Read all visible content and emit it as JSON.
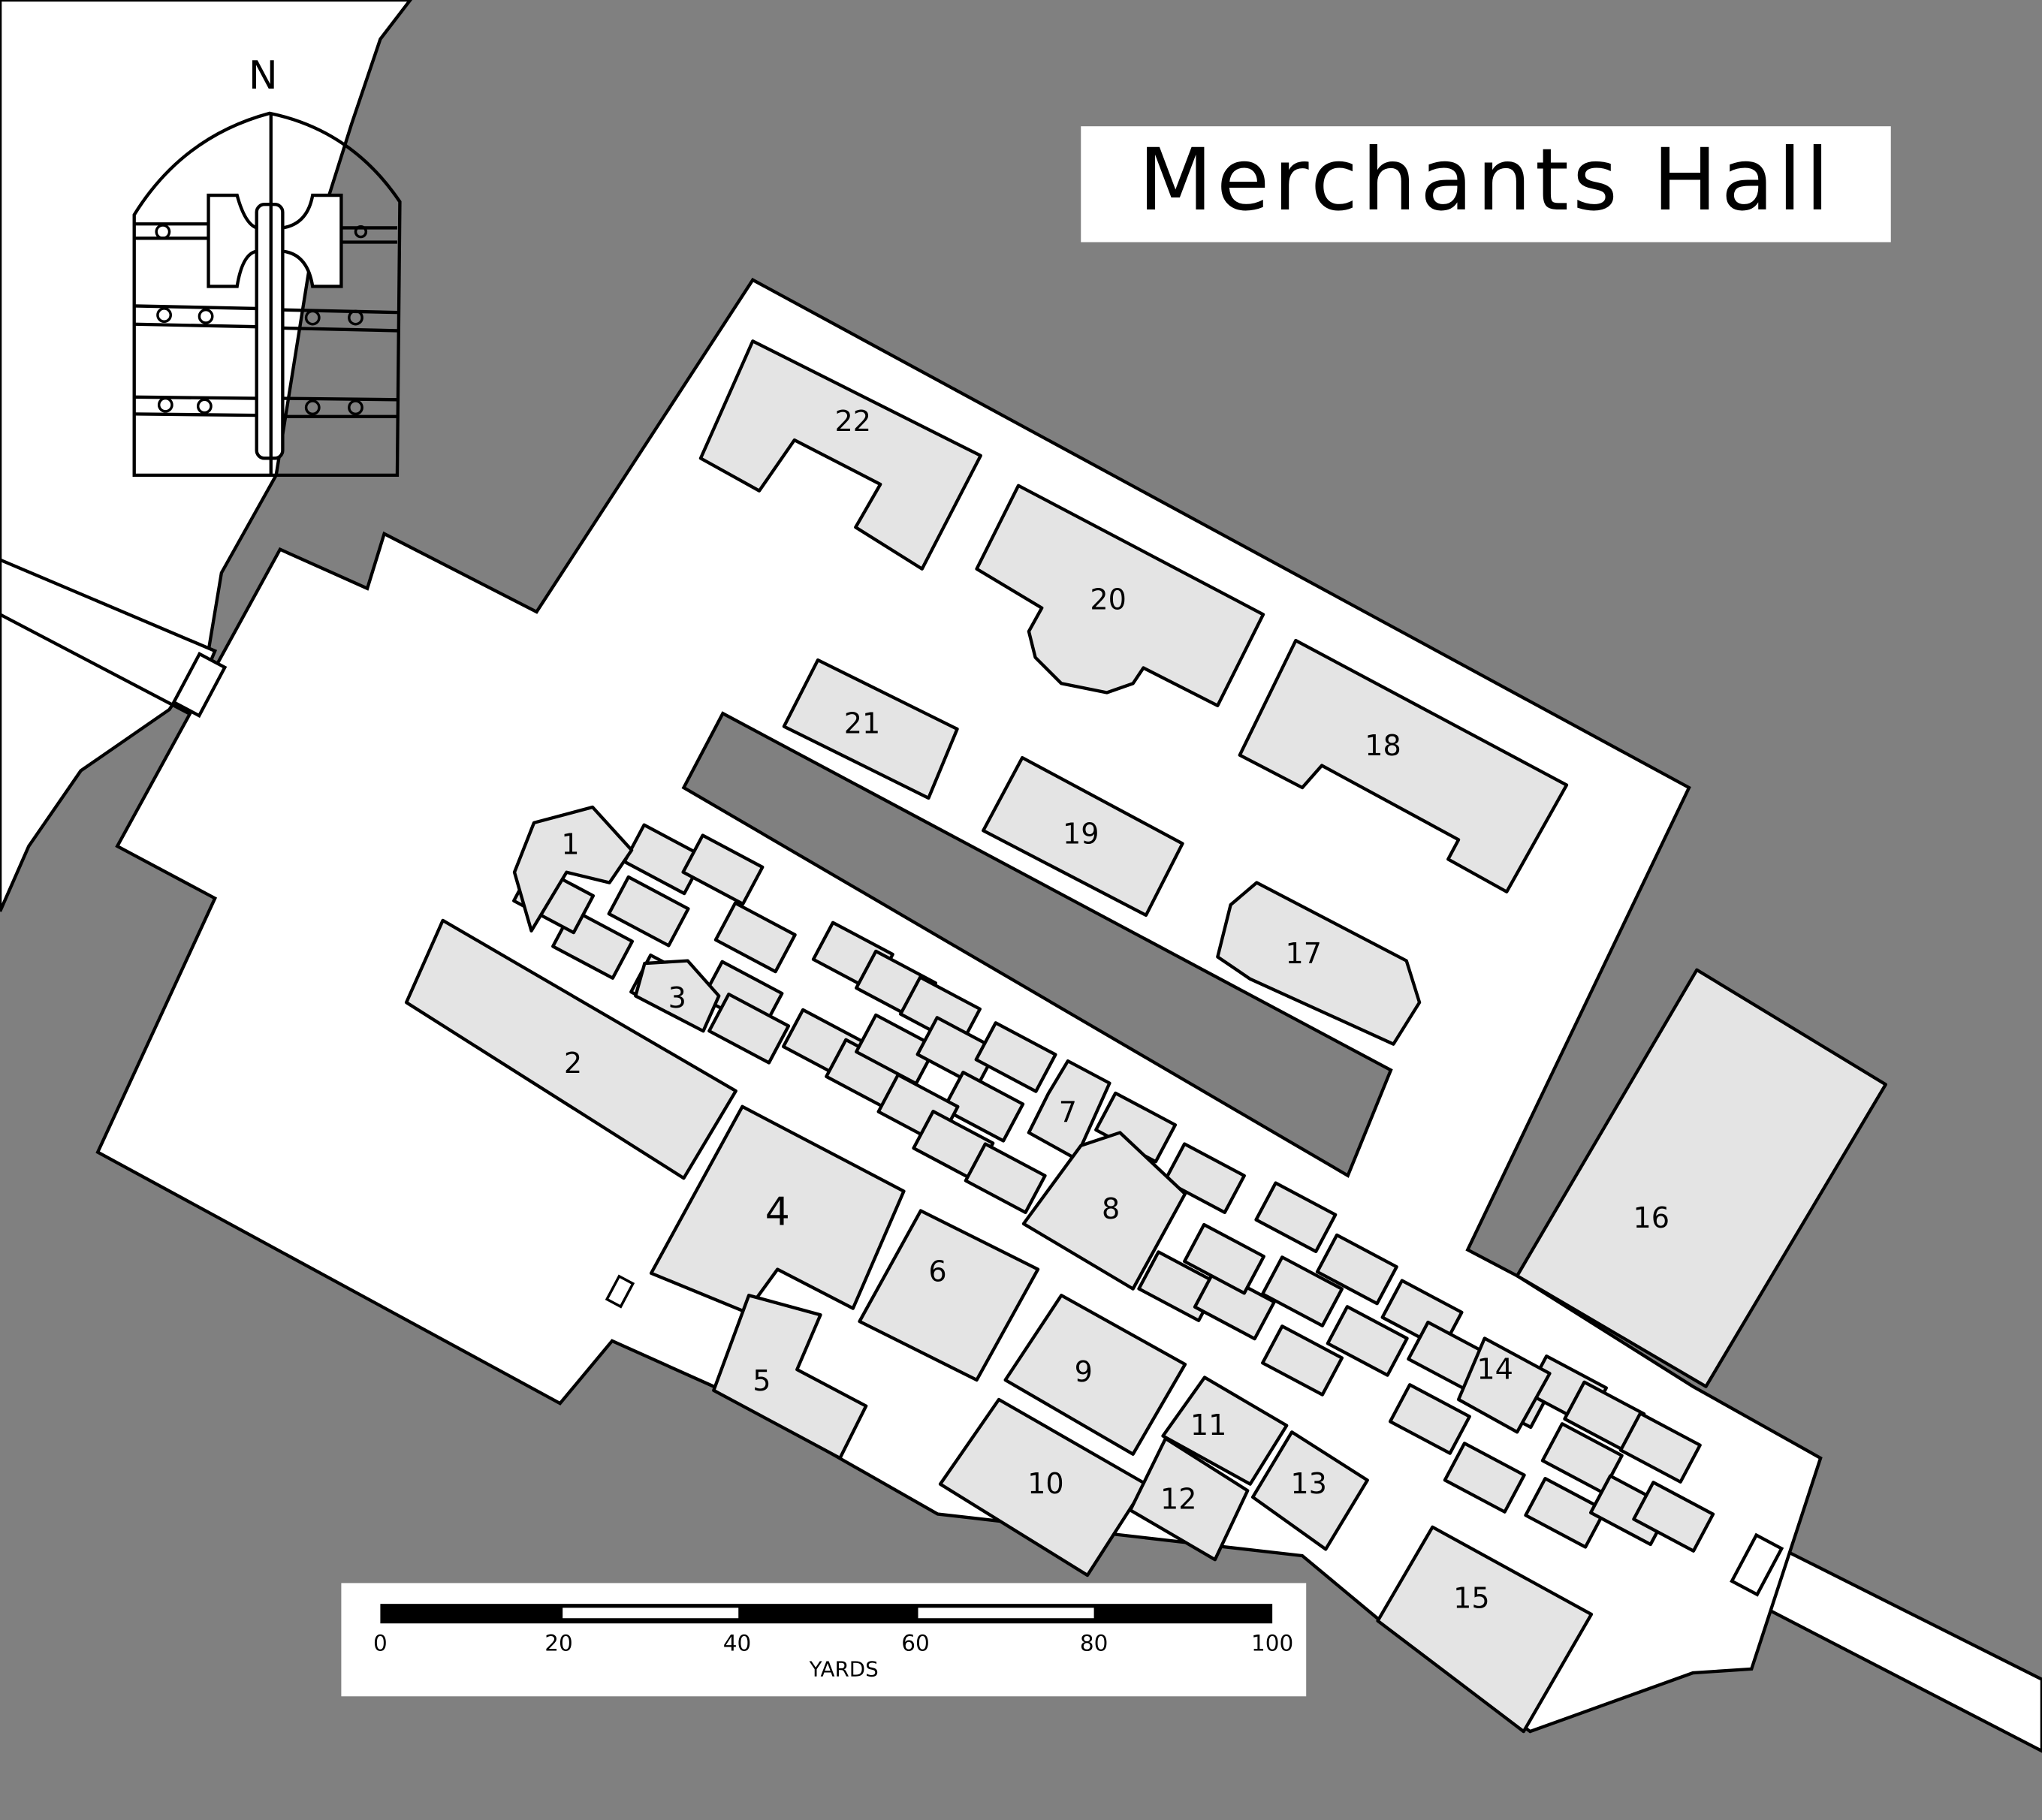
{
  "title": "Merchants Hall",
  "compass": {
    "label": "N"
  },
  "scale_bar": {
    "unit": "YARDS",
    "ticks": [
      "0",
      "20",
      "40",
      "60",
      "80",
      "100"
    ]
  },
  "buildings": [
    {
      "label": "1"
    },
    {
      "label": "2"
    },
    {
      "label": "3"
    },
    {
      "label": "4"
    },
    {
      "label": "5"
    },
    {
      "label": "6"
    },
    {
      "label": "7"
    },
    {
      "label": "8"
    },
    {
      "label": "9"
    },
    {
      "label": "10"
    },
    {
      "label": "11"
    },
    {
      "label": "12"
    },
    {
      "label": "13"
    },
    {
      "label": "14"
    },
    {
      "label": "15"
    },
    {
      "label": "16"
    },
    {
      "label": "17"
    },
    {
      "label": "18"
    },
    {
      "label": "19"
    },
    {
      "label": "20"
    },
    {
      "label": "21"
    },
    {
      "label": "22"
    }
  ],
  "colors": {
    "water": "#808080",
    "land": "#ffffff",
    "building": "#e4e4e4",
    "ink": "#000000"
  }
}
